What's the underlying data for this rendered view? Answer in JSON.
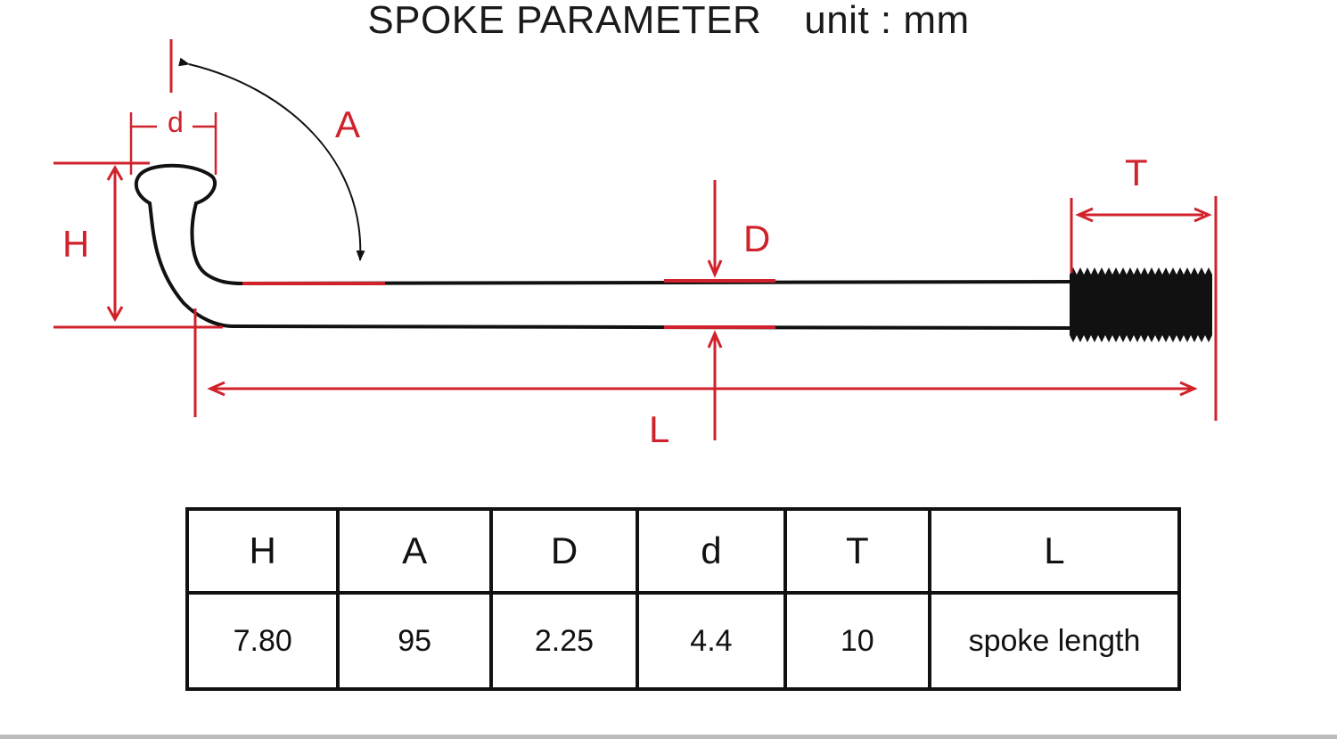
{
  "header": {
    "title": "SPOKE PARAMETER",
    "unit": "unit : mm"
  },
  "diagram": {
    "labels": {
      "d": "d",
      "A": "A",
      "H": "H",
      "D": "D",
      "T": "T",
      "L": "L"
    },
    "colors": {
      "dimension": "#d0222b",
      "outline": "#111111"
    }
  },
  "spec_table": {
    "headers": [
      "H",
      "A",
      "D",
      "d",
      "T",
      "L"
    ],
    "values": [
      "7.80",
      "95",
      "2.25",
      "4.4",
      "10",
      "spoke length"
    ]
  }
}
